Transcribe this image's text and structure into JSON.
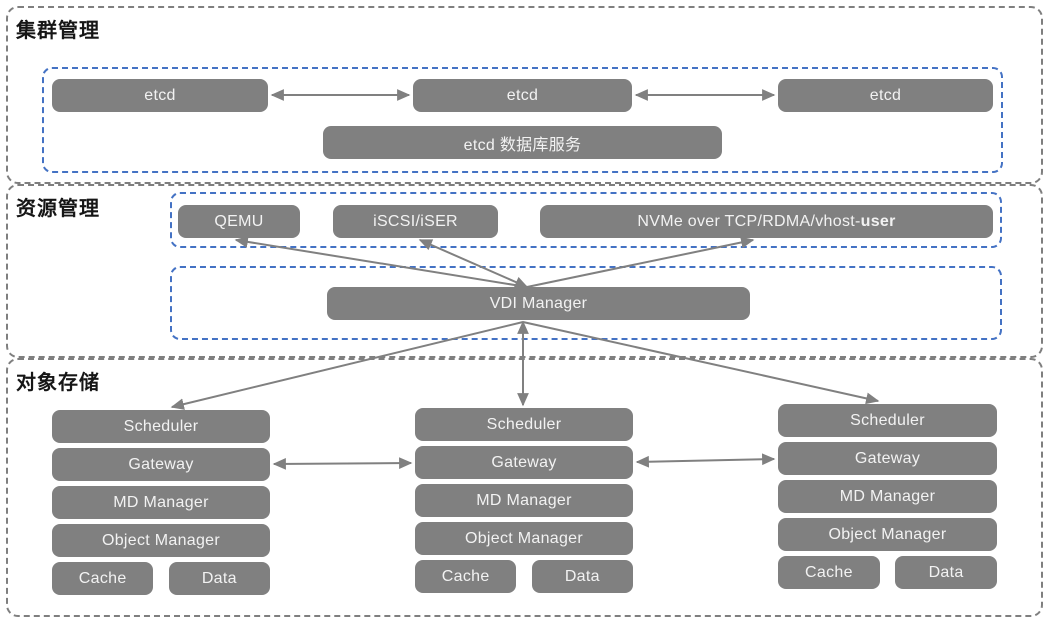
{
  "cluster": {
    "title": "集群管理",
    "etcd_nodes": [
      "etcd",
      "etcd",
      "etcd"
    ],
    "db_service": "etcd 数据库服务"
  },
  "resource": {
    "title": "资源管理",
    "qemu": "QEMU",
    "iscsi": "iSCSI/iSER",
    "nvme_prefix": "NVMe over TCP/RDMA/vhost-",
    "nvme_bold": "user",
    "vdi": "VDI Manager"
  },
  "storage": {
    "title": "对象存储",
    "stack": [
      "Scheduler",
      "Gateway",
      "MD Manager",
      "Object Manager"
    ],
    "bottom": [
      "Cache",
      "Data"
    ],
    "column_count": 3
  },
  "colors": {
    "node_fill": "#808080",
    "node_text": "#f2f2f2",
    "arrow": "#808080",
    "outer_border": "#7f7f7f",
    "inner_border": "#4472c4",
    "background": "#ffffff",
    "title_text": "#161616"
  }
}
